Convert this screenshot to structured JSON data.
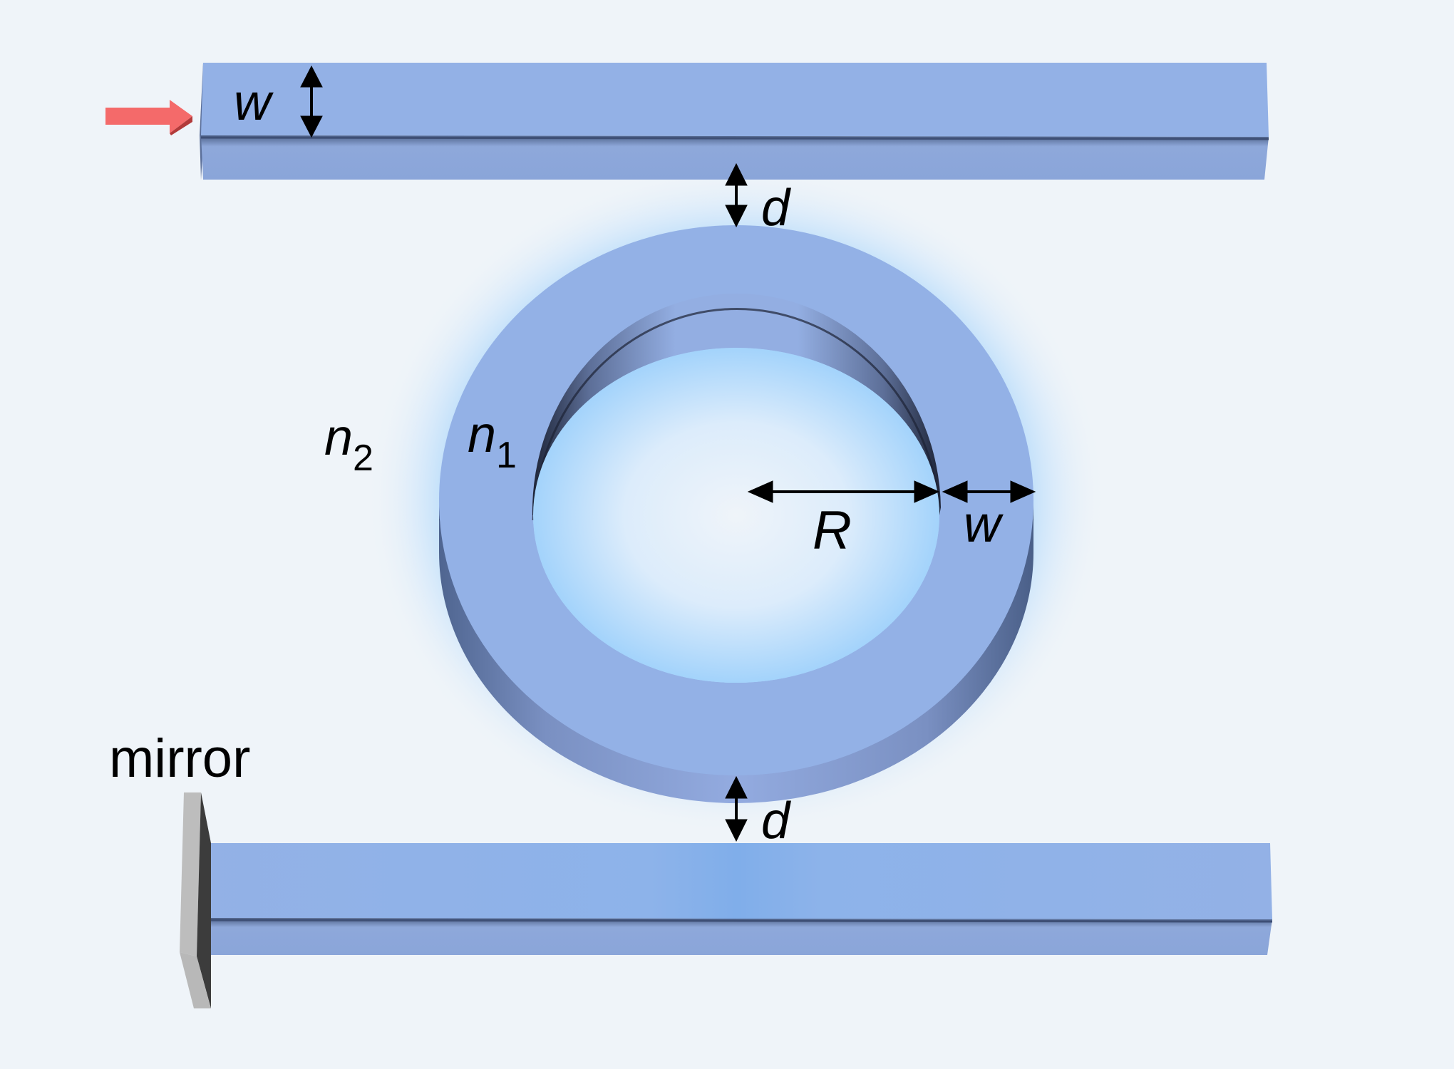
{
  "labels": {
    "top_width": "w",
    "top_gap": "d",
    "bottom_gap": "d",
    "outer_index_base": "n",
    "outer_index_sub": "2",
    "ring_index_base": "n",
    "ring_index_sub": "1",
    "radius": "R",
    "ring_width": "w",
    "mirror": "mirror"
  },
  "colors": {
    "background": "#eff4f9",
    "waveguide": "#93b1e6",
    "waveguide_side": "#8ea8da",
    "ring_side": "#6e86b8",
    "glow": "#a3d3fb",
    "input_arrow": "#f46a6a",
    "mirror": "#bfbfbf"
  }
}
